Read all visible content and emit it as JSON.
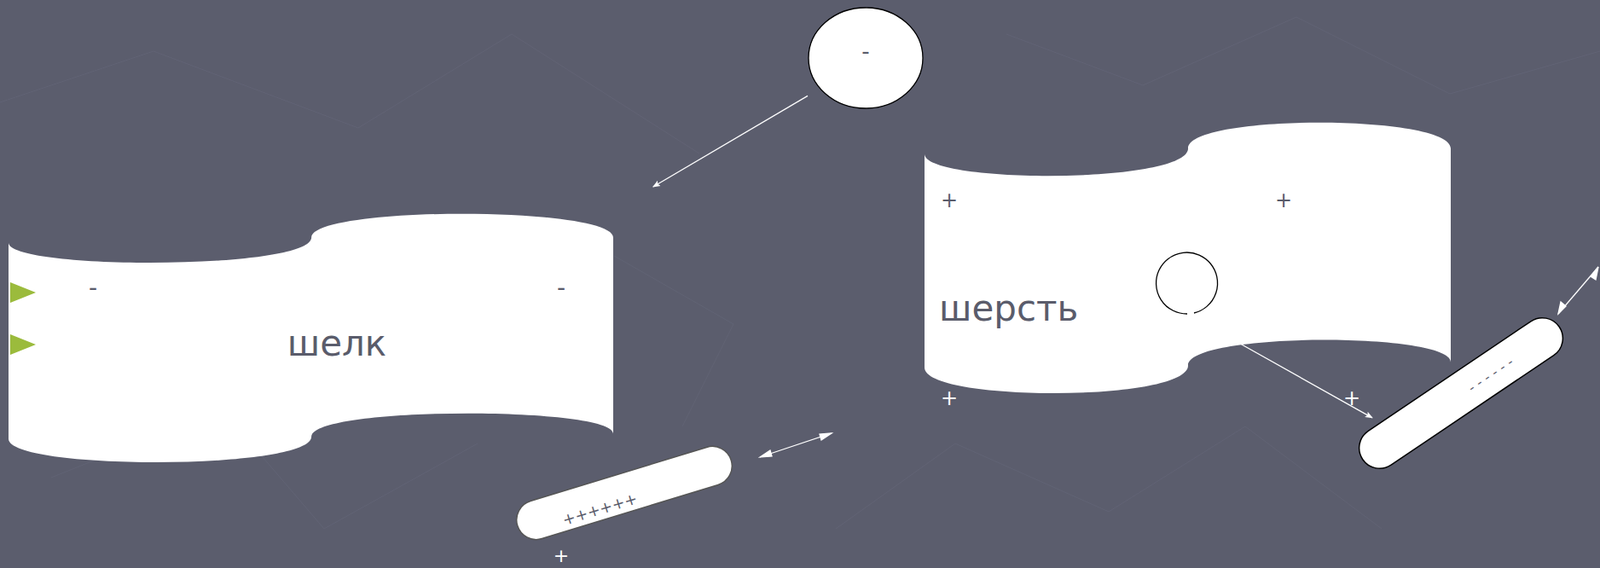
{
  "diagram": {
    "nodes": [
      {
        "text": [
          "-"
        ]
      },
      {
        "text": [
          "-",
          "-",
          "шелк"
        ]
      },
      {
        "text": [
          "+",
          "+",
          "шерсть"
        ]
      },
      {
        "text": [
          "++++++"
        ]
      },
      {
        "text": [
          "- - - - - -"
        ]
      }
    ],
    "edges": [
      {
        "from": 0,
        "to": 1,
        "arrow": "to"
      },
      {
        "from": 2,
        "to": 4,
        "arrow": "to"
      }
    ],
    "labels": [
      "+",
      "+",
      "+"
    ]
  }
}
